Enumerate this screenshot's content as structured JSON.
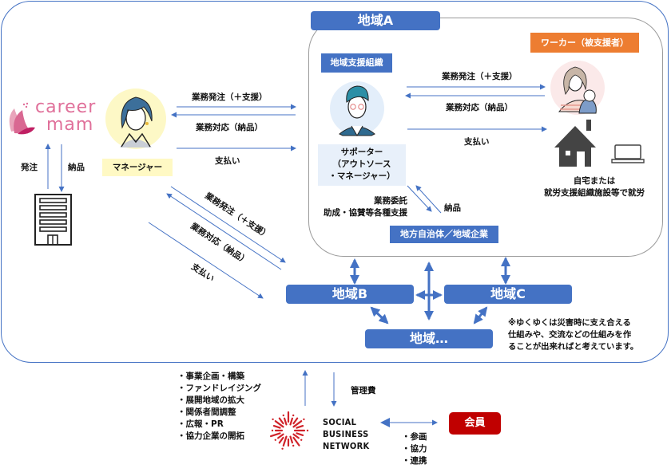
{
  "regions": {
    "region_a": "地域A",
    "region_b": "地域B",
    "region_c": "地域C",
    "region_etc": "地域…"
  },
  "left_side": {
    "logo_line1": "career",
    "logo_line2": "mam",
    "order_label": "発注",
    "delivery_label": "納品",
    "manager_label": "マネージャー"
  },
  "manager_to_region_a": {
    "order": "業務発注（＋支援）",
    "response": "業務対応（納品）",
    "payment": "支払い"
  },
  "manager_to_regions_diagonal": {
    "order": "業務発注（＋支援）",
    "response": "業務対応（納品）",
    "payment": "支払い"
  },
  "region_a": {
    "org_label": "地域支援組織",
    "worker_label": "ワーカー（被支援者）",
    "supporter_line1": "サポーター",
    "supporter_line2": "（アウトソース",
    "supporter_line3": "・マネージャー）",
    "to_worker_order": "業務発注（＋支援）",
    "from_worker_response": "業務対応（納品）",
    "to_worker_payment": "支払い",
    "work_location_line1": "自宅または",
    "work_location_line2": "就労支援組織施設等で就労",
    "consign_line1": "業務委託",
    "consign_line2": "助成・協賛等各種支援",
    "local_delivery": "納品",
    "local_gov_label": "地方自治体／地域企業"
  },
  "note": {
    "line1": "※ゆくゆくは災害時に支え合える",
    "line2": "仕組みや、交流などの仕組みを作",
    "line3": "ることが出来ればと考えています。"
  },
  "sbn": {
    "services": [
      "・事業企画・構築",
      "・ファンドレイジング",
      "・展開地域の拡大",
      "・関係者間調整",
      "・広報・PR",
      "・協力企業の開拓"
    ],
    "management_fee": "管理費",
    "name_line1": "SOCIAL",
    "name_line2": "BUSINESS",
    "name_line3": "NETWORK",
    "member_label": "会員",
    "member_roles": [
      "・参画",
      "・協力",
      "・連携"
    ]
  },
  "colors": {
    "primary_blue": "#4472c4",
    "worker_orange": "#ed7d31",
    "member_red": "#c00000",
    "logo_pink": "#e0709a",
    "manager_bg": "#fff9c4",
    "supporter_bg": "#e8f0fa"
  }
}
